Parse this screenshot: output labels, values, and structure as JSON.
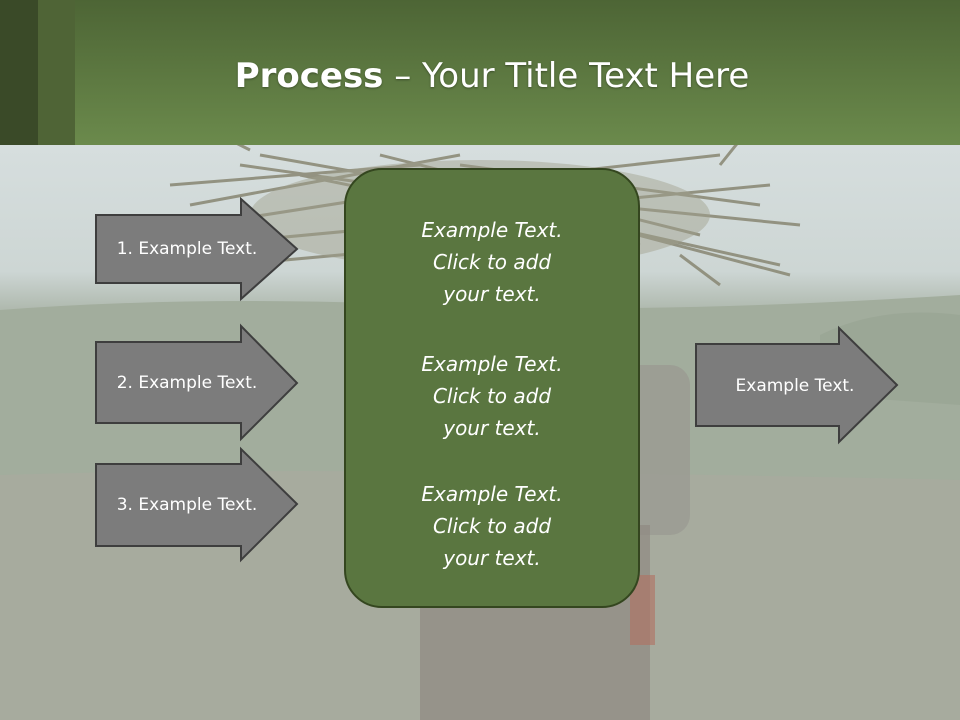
{
  "slide": {
    "title_bold": "Process",
    "title_rest": " – Your Title Text Here"
  },
  "left_arrows": [
    {
      "label": "1. Example Text."
    },
    {
      "label": "2. Example Text."
    },
    {
      "label": "3. Example Text."
    }
  ],
  "center_box": {
    "items": [
      {
        "line1": "Example Text.",
        "line2": "Click  to add",
        "line3": "your text."
      },
      {
        "line1": "Example Text.",
        "line2": "Click  to add",
        "line3": "your text."
      },
      {
        "line1": "Example Text.",
        "line2": "Click  to add",
        "line3": "your text."
      }
    ]
  },
  "right_arrow": {
    "label": "Example Text."
  },
  "colors": {
    "header_dark": "#4d6535",
    "header_light": "#6b8a4c",
    "center_box_fill": "#5a7640",
    "arrow_fill": "#7a7a7a",
    "text": "#ffffff"
  }
}
